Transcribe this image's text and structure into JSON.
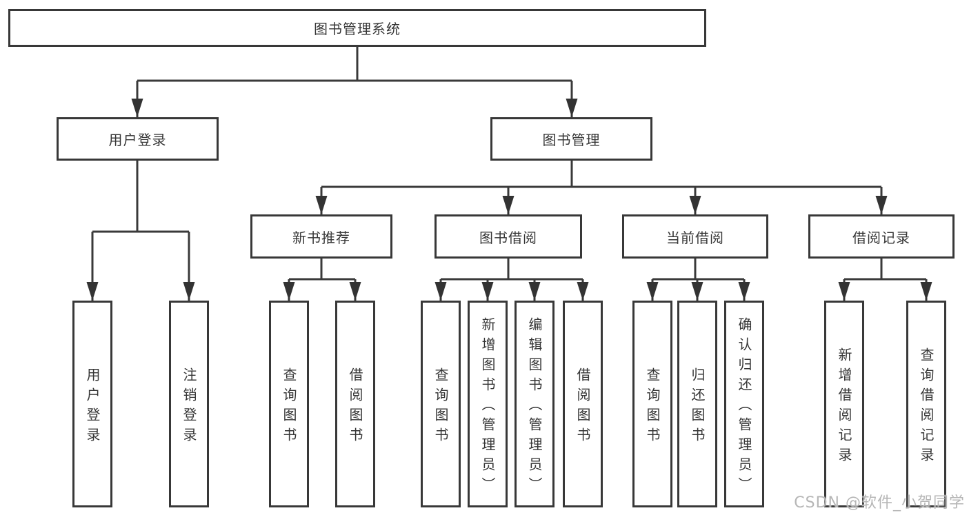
{
  "nodes": {
    "root": "图书管理系统",
    "level2": [
      "用户登录",
      "图书管理"
    ],
    "level3": [
      "新书推荐",
      "图书借阅",
      "当前借阅",
      "借阅记录"
    ],
    "leaves": [
      "用户登录",
      "注销登录",
      "查询图书",
      "借阅图书",
      "查询图书",
      "新增图书（管理员）",
      "编辑图书（管理员）",
      "借阅图书",
      "查询图书",
      "归还图书",
      "确认归还（管理员）",
      "新增借阅记录",
      "查询借阅记录"
    ]
  },
  "watermark": "CSDN @软件_小贺同学",
  "colors": {
    "line": "#3a3a3a",
    "border": "#383838",
    "text": "#363636",
    "watermark": "#b6b6b6",
    "background": "#ffffff"
  }
}
